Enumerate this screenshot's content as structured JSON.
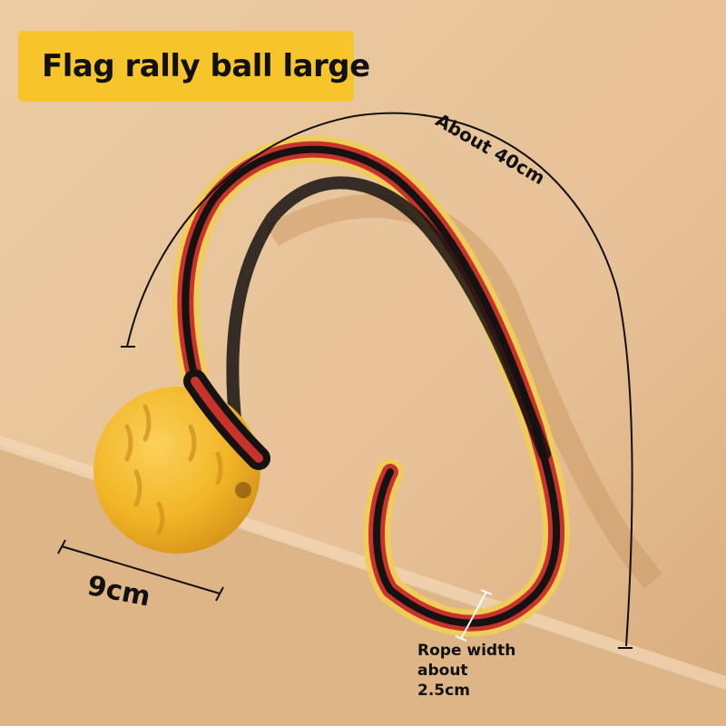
{
  "title": "Flag rally ball large",
  "dimensions": {
    "rope_length": "About 40cm",
    "ball_diameter": "9cm",
    "rope_width_line1": "Rope width",
    "rope_width_line2": "about",
    "rope_width_line3": "2.5cm"
  },
  "colors": {
    "badge": "#f7c52a",
    "background": "#e6c49c",
    "ball": "#f2b728",
    "rope_black": "#161212",
    "rope_red": "#c7332a",
    "rope_yellow": "#f0cc5a"
  }
}
